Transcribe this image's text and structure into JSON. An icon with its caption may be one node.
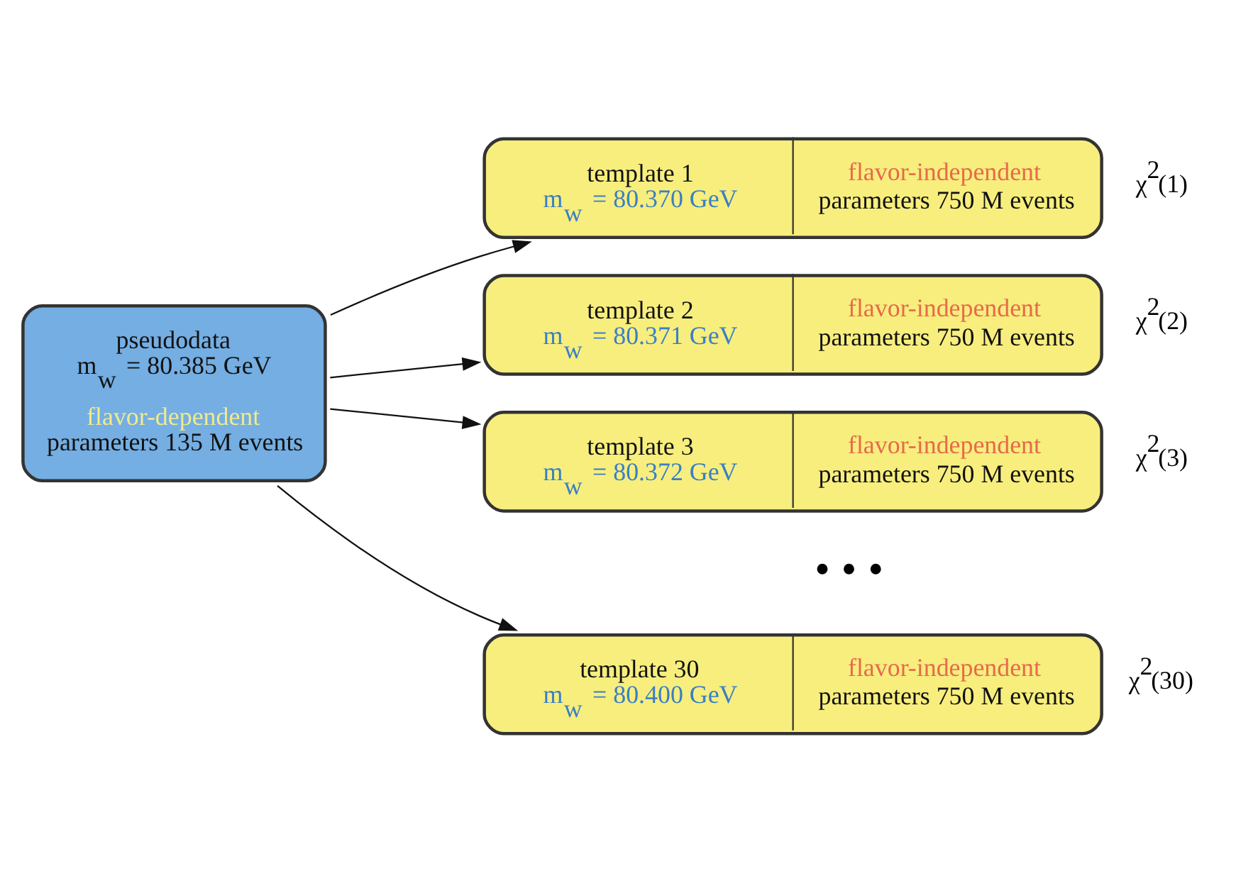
{
  "diagram": {
    "nodes": [
      {
        "text": [
          "pseudodata",
          "m$_{w}$ = 80.385 GeV",
          "flavor-dependent",
          "parameters 135 M events"
        ]
      },
      {
        "text": [
          "template 1",
          "m$_{w}$ = 80.370 GeV",
          "flavor-independent",
          "parameters 750 M events"
        ],
        "beside": [
          "χ$^{2}$(1)"
        ]
      },
      {
        "text": [
          "template 2",
          "m$_{w}$ = 80.371 GeV",
          "flavor-independent",
          "parameters 750 M events"
        ],
        "beside": [
          "χ$^{2}$(2)"
        ]
      },
      {
        "text": [
          "template 3",
          "m$_{w}$ = 80.372 GeV",
          "flavor-independent",
          "parameters 750 M events"
        ],
        "beside": [
          "χ$^{2}$(3)"
        ]
      },
      {
        "text": [
          "template 30",
          "m$_{w}$ = 80.400 GeV",
          "flavor-independent",
          "parameters 750 M events"
        ],
        "beside": [
          "χ$^{2}$(30)"
        ]
      }
    ],
    "edges": [
      {
        "from": 0,
        "to": 1,
        "arrow": "to"
      },
      {
        "from": 0,
        "to": 2,
        "arrow": "to"
      },
      {
        "from": 0,
        "to": 3,
        "arrow": "to"
      },
      {
        "from": 0,
        "to": 4,
        "arrow": "to"
      }
    ],
    "labels": [
      "• • •"
    ]
  }
}
